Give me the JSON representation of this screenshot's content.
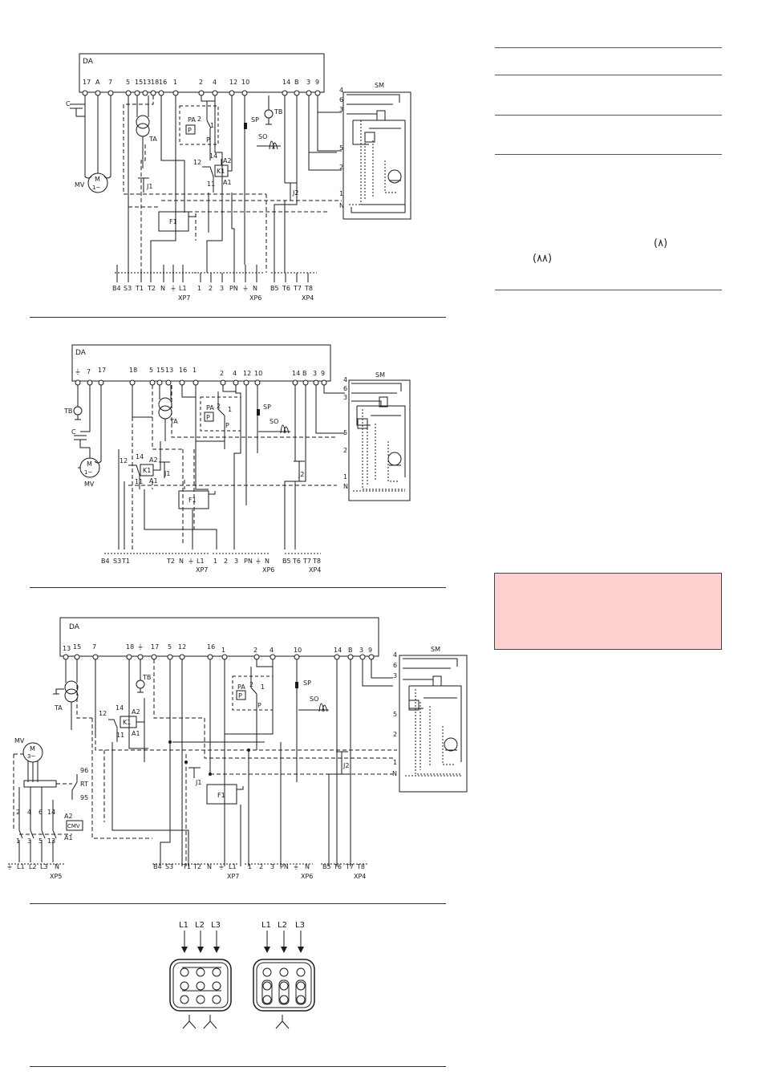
{
  "right_column": {
    "note_1": "(٨)",
    "note_2": "(٨٨)"
  },
  "diagram_1": {
    "controller": "DA",
    "terminals": [
      "17",
      "A",
      "7",
      "5",
      "15",
      "13",
      "18",
      "16",
      "1",
      "2",
      "4",
      "12",
      "10",
      "14",
      "B",
      "3",
      "9"
    ],
    "components": {
      "capacitor": "C",
      "motor": "M",
      "motor_type": "1~",
      "motor_label": "MV",
      "transformer": "TA",
      "pressure_switch": "PA",
      "pressure_box": "P",
      "pressure_out": "P",
      "relay": "K1",
      "relay_a2": "A2",
      "relay_a1": "A1",
      "relay_14": "14",
      "relay_12": "12",
      "relay_11": "11",
      "pa_2": "2",
      "pa_1": "1",
      "safety": "SP",
      "ignition": "SO",
      "thermo": "TB",
      "fuse": "F1",
      "j1": "J1",
      "j2": "J2",
      "servo": "SM",
      "n_label": "N"
    },
    "servo_terminals": [
      "4",
      "6",
      "3",
      "5",
      "2",
      "1",
      "N"
    ],
    "bottom_terminals": [
      "B4",
      "S3",
      "T1",
      "T2",
      "N",
      "⏚",
      "L1",
      "1",
      "2",
      "3",
      "PN",
      "⏚",
      "N",
      "B5",
      "T6",
      "T7",
      "T8"
    ],
    "connectors": [
      "XP7",
      "XP6",
      "XP4"
    ]
  },
  "diagram_2": {
    "controller": "DA",
    "terminals": [
      "⏚",
      "7",
      "17",
      "18",
      "5",
      "15",
      "13",
      "16",
      "1",
      "2",
      "4",
      "12",
      "10",
      "14",
      "B",
      "3",
      "9"
    ],
    "components": {
      "thermo": "TB",
      "capacitor": "C",
      "motor": "M",
      "motor_type": "1~",
      "motor_label": "MV",
      "transformer": "TA",
      "pressure_switch": "PA",
      "pressure_box": "P",
      "pressure_out": "P",
      "relay": "K1",
      "relay_a2": "A2",
      "relay_a1": "A1",
      "relay_14": "14",
      "relay_12": "12",
      "relay_11": "11",
      "pa_2": "2",
      "pa_1": "1",
      "safety": "SP",
      "ignition": "SO",
      "fuse": "F1",
      "j1": "J1",
      "j2": "J2",
      "servo": "SM",
      "n_label": "N"
    },
    "servo_terminals": [
      "4",
      "6",
      "3",
      "5",
      "2",
      "1",
      "N"
    ],
    "bottom_terminals": [
      "B4",
      "S3",
      "T1",
      "T2",
      "N",
      "⏚",
      "L1",
      "1",
      "2",
      "3",
      "PN",
      "⏚",
      "N",
      "B5",
      "T6",
      "T7",
      "T8"
    ],
    "connectors": [
      "XP7",
      "XP6",
      "XP4"
    ]
  },
  "diagram_3": {
    "controller": "DA",
    "terminals": [
      "13",
      "15",
      "7",
      "18",
      "⏚",
      "17",
      "5",
      "12",
      "16",
      "1",
      "2",
      "4",
      "10",
      "14",
      "B",
      "3",
      "9"
    ],
    "components": {
      "transformer": "TA",
      "thermo": "TB",
      "relay": "K1",
      "relay_a2": "A2",
      "relay_a1": "A1",
      "relay_14": "14",
      "relay_12": "12",
      "relay_11": "11",
      "motor": "M",
      "motor_type": "3~",
      "motor_label": "MV",
      "thermal_relay": "RT",
      "rt_96": "96",
      "rt_95": "95",
      "contactor": "CMV",
      "cmv_a2": "A2",
      "cmv_a1": "A1",
      "pressure_switch": "PA",
      "pressure_box": "P",
      "pressure_out": "P",
      "pa_2": "2",
      "pa_1": "1",
      "safety": "SP",
      "ignition": "SO",
      "fuse": "F1",
      "j1": "J1",
      "j2": "J2",
      "servo": "SM",
      "n_label": "N"
    },
    "contact_top": [
      "2",
      "4",
      "6",
      "14"
    ],
    "contact_bottom": [
      "1",
      "3",
      "5",
      "13"
    ],
    "servo_terminals": [
      "4",
      "6",
      "3",
      "5",
      "2",
      "1",
      "N"
    ],
    "bottom_terminals": [
      "⏚",
      "L1",
      "L2",
      "L3",
      "N",
      "B4",
      "S3",
      "T1",
      "T2",
      "N",
      "⏚",
      "L1",
      "1",
      "2",
      "3",
      "PN",
      "⏚",
      "N",
      "B5",
      "T6",
      "T7",
      "T8"
    ],
    "connectors": [
      "XP5",
      "XP7",
      "XP6",
      "XP4"
    ]
  },
  "motor_connection": {
    "left_phases": [
      "L1",
      "L2",
      "L3"
    ],
    "right_phases": [
      "L1",
      "L2",
      "L3"
    ]
  }
}
